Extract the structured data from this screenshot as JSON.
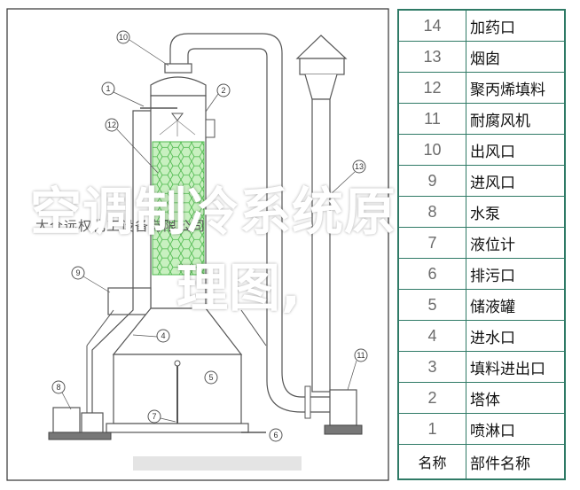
{
  "legend": {
    "rows": [
      {
        "num": "14",
        "name": "加药口"
      },
      {
        "num": "13",
        "name": "烟囱"
      },
      {
        "num": "12",
        "name": "聚丙烯填料"
      },
      {
        "num": "11",
        "name": "耐腐风机"
      },
      {
        "num": "10",
        "name": "出风口"
      },
      {
        "num": "9",
        "name": "进风口"
      },
      {
        "num": "8",
        "name": "水泵"
      },
      {
        "num": "7",
        "name": "液位计"
      },
      {
        "num": "6",
        "name": "排污口"
      },
      {
        "num": "5",
        "name": "储液罐"
      },
      {
        "num": "4",
        "name": "进水口"
      },
      {
        "num": "3",
        "name": "填料进出口"
      },
      {
        "num": "2",
        "name": "塔体"
      },
      {
        "num": "1",
        "name": "喷淋口"
      }
    ],
    "header": {
      "num": "名称",
      "name": "部件名称"
    }
  },
  "callouts": [
    "10",
    "1",
    "2",
    "12",
    "13",
    "9",
    "4",
    "5",
    "8",
    "7",
    "11",
    "6"
  ],
  "overlay": {
    "line1": "空调制冷系统原",
    "line2": "理图,",
    "watermark": "太仓远权化工设备有限公司"
  },
  "colors": {
    "legend_border": "#2f7a66",
    "packing_fill": "#c8f0c0",
    "packing_stroke": "#4cb84c",
    "line": "#555555"
  }
}
